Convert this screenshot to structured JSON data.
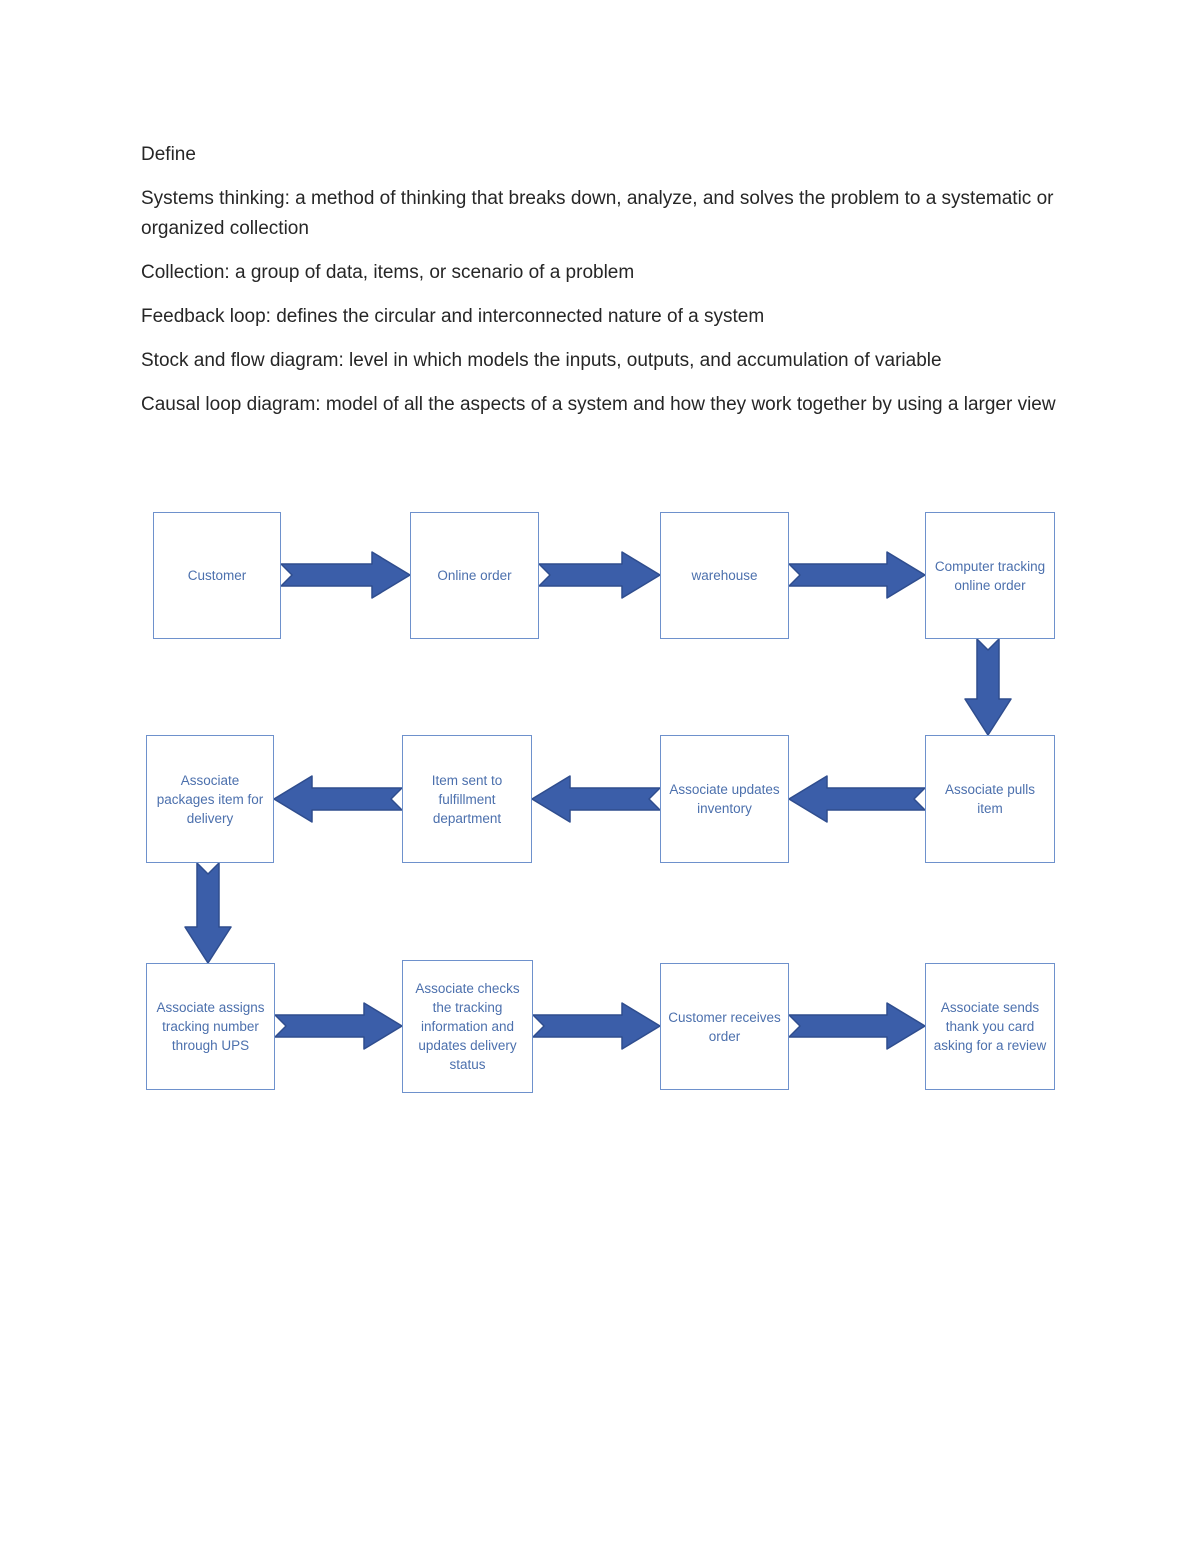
{
  "document": {
    "heading": "Define",
    "text_color": "#262626",
    "paragraphs": [
      "Systems thinking: a method of thinking that breaks down, analyze, and solves the problem to a systematic or organized collection",
      "Collection: a group of data, items, or scenario of a problem",
      "Feedback loop:  defines the circular and interconnected nature of a system",
      "Stock and flow diagram: level in which models the inputs, outputs, and accumulation of variable",
      "Causal loop diagram:  model of all the aspects of a system and how they work together by using a larger view"
    ]
  },
  "flowchart": {
    "colors": {
      "arrow_fill": "#3b5ea9",
      "arrow_stroke": "#2f4d8e",
      "box_border": "#6e91cc",
      "box_text": "#4c70ad",
      "box_fill": "#ffffff"
    },
    "boxes": [
      {
        "id": "customer",
        "label": "Customer"
      },
      {
        "id": "online-order",
        "label": "Online order"
      },
      {
        "id": "warehouse",
        "label": "warehouse"
      },
      {
        "id": "computer-tracking",
        "label": "Computer tracking online order"
      },
      {
        "id": "associate-packages",
        "label": "Associate packages item for delivery"
      },
      {
        "id": "item-sent",
        "label": "Item sent to fulfillment department"
      },
      {
        "id": "associate-updates",
        "label": "Associate updates inventory"
      },
      {
        "id": "associate-pulls",
        "label": "Associate pulls item"
      },
      {
        "id": "associate-assigns",
        "label": "Associate assigns tracking number through UPS"
      },
      {
        "id": "associate-checks",
        "label": "Associate checks the tracking information and updates delivery status"
      },
      {
        "id": "customer-receives",
        "label": "Customer receives order"
      },
      {
        "id": "associate-sends",
        "label": "Associate sends thank you card asking for a review"
      }
    ],
    "connections": [
      {
        "from": "Customer",
        "to": "Online order",
        "direction": "right"
      },
      {
        "from": "Online order",
        "to": "warehouse",
        "direction": "right"
      },
      {
        "from": "warehouse",
        "to": "Computer tracking online order",
        "direction": "right"
      },
      {
        "from": "Computer tracking online order",
        "to": "Associate pulls item",
        "direction": "down"
      },
      {
        "from": "Associate pulls item",
        "to": "Associate updates inventory",
        "direction": "left"
      },
      {
        "from": "Associate updates inventory",
        "to": "Item sent to fulfillment department",
        "direction": "left"
      },
      {
        "from": "Item sent to fulfillment department",
        "to": "Associate packages item for delivery",
        "direction": "left"
      },
      {
        "from": "Associate packages item for delivery",
        "to": "Associate assigns tracking number through UPS",
        "direction": "down"
      },
      {
        "from": "Associate assigns tracking number through UPS",
        "to": "Associate checks the tracking information and updates delivery status",
        "direction": "right"
      },
      {
        "from": "Associate checks the tracking information and updates delivery status",
        "to": "Customer receives order",
        "direction": "right"
      },
      {
        "from": "Customer receives order",
        "to": "Associate sends thank you card asking for a review",
        "direction": "right"
      }
    ]
  }
}
